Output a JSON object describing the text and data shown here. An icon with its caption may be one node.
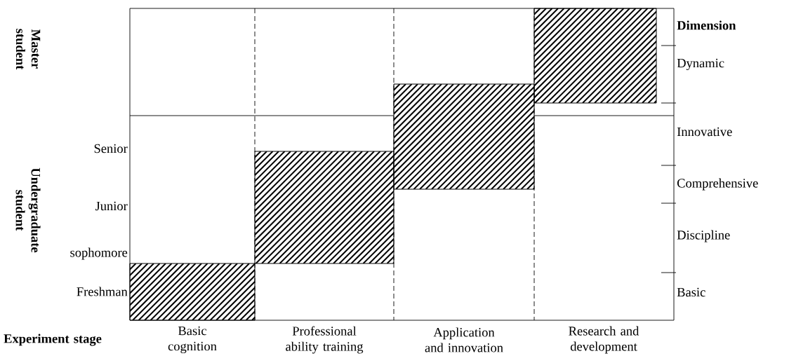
{
  "diagram": {
    "nodes": [
      {
        "text": [],
        "shape": "box"
      },
      {
        "text": [],
        "shape": "box"
      },
      {
        "text": [],
        "shape": "box"
      },
      {
        "text": [],
        "shape": "box"
      }
    ],
    "labels": [
      "Master student",
      "Dimension",
      "Dynamic",
      "Innovative",
      "Senior",
      "Comprehensive",
      "Junior",
      "Undergraduate student",
      "Discipline",
      "sophomore",
      "Freshman",
      "Basic",
      "Experiment stage",
      "Basic cognition",
      "Professional ability training",
      "Application and innovation",
      "Research and development"
    ]
  }
}
